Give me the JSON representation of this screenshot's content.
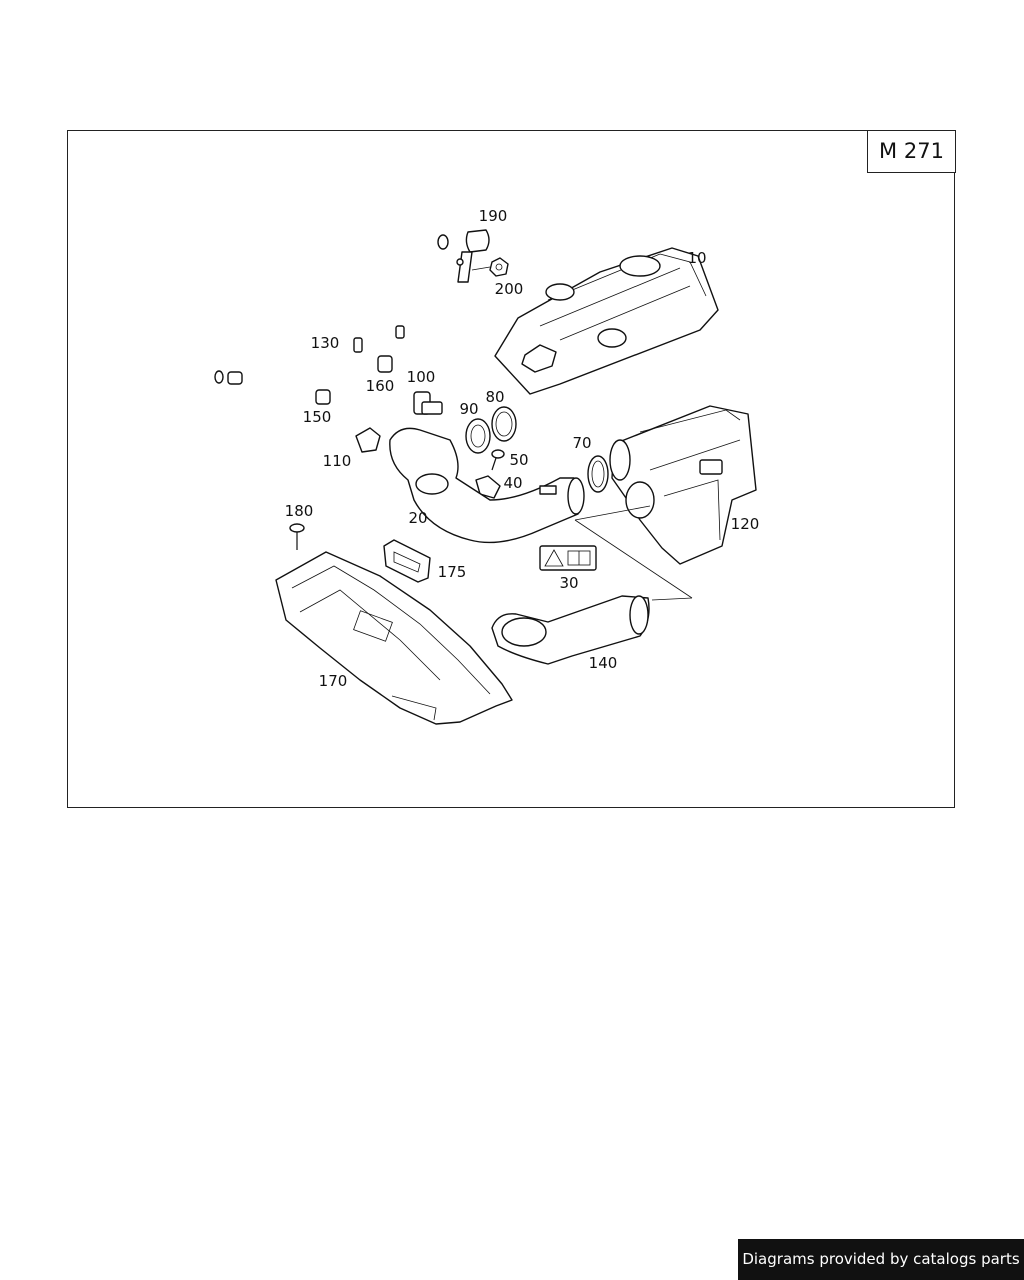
{
  "engine_code": "M 271",
  "footer": {
    "credit": "Diagrams provided by catalogs parts"
  },
  "parts": [
    {
      "id": "p10",
      "label": "10"
    },
    {
      "id": "p20",
      "label": "20"
    },
    {
      "id": "p30",
      "label": "30"
    },
    {
      "id": "p40",
      "label": "40"
    },
    {
      "id": "p50",
      "label": "50"
    },
    {
      "id": "p70",
      "label": "70"
    },
    {
      "id": "p80",
      "label": "80"
    },
    {
      "id": "p90",
      "label": "90"
    },
    {
      "id": "p100",
      "label": "100"
    },
    {
      "id": "p110",
      "label": "110"
    },
    {
      "id": "p120",
      "label": "120"
    },
    {
      "id": "p130",
      "label": "130"
    },
    {
      "id": "p140",
      "label": "140"
    },
    {
      "id": "p150",
      "label": "150"
    },
    {
      "id": "p160",
      "label": "160"
    },
    {
      "id": "p170",
      "label": "170"
    },
    {
      "id": "p175",
      "label": "175"
    },
    {
      "id": "p180",
      "label": "180"
    },
    {
      "id": "p190",
      "label": "190"
    },
    {
      "id": "p200",
      "label": "200"
    }
  ]
}
